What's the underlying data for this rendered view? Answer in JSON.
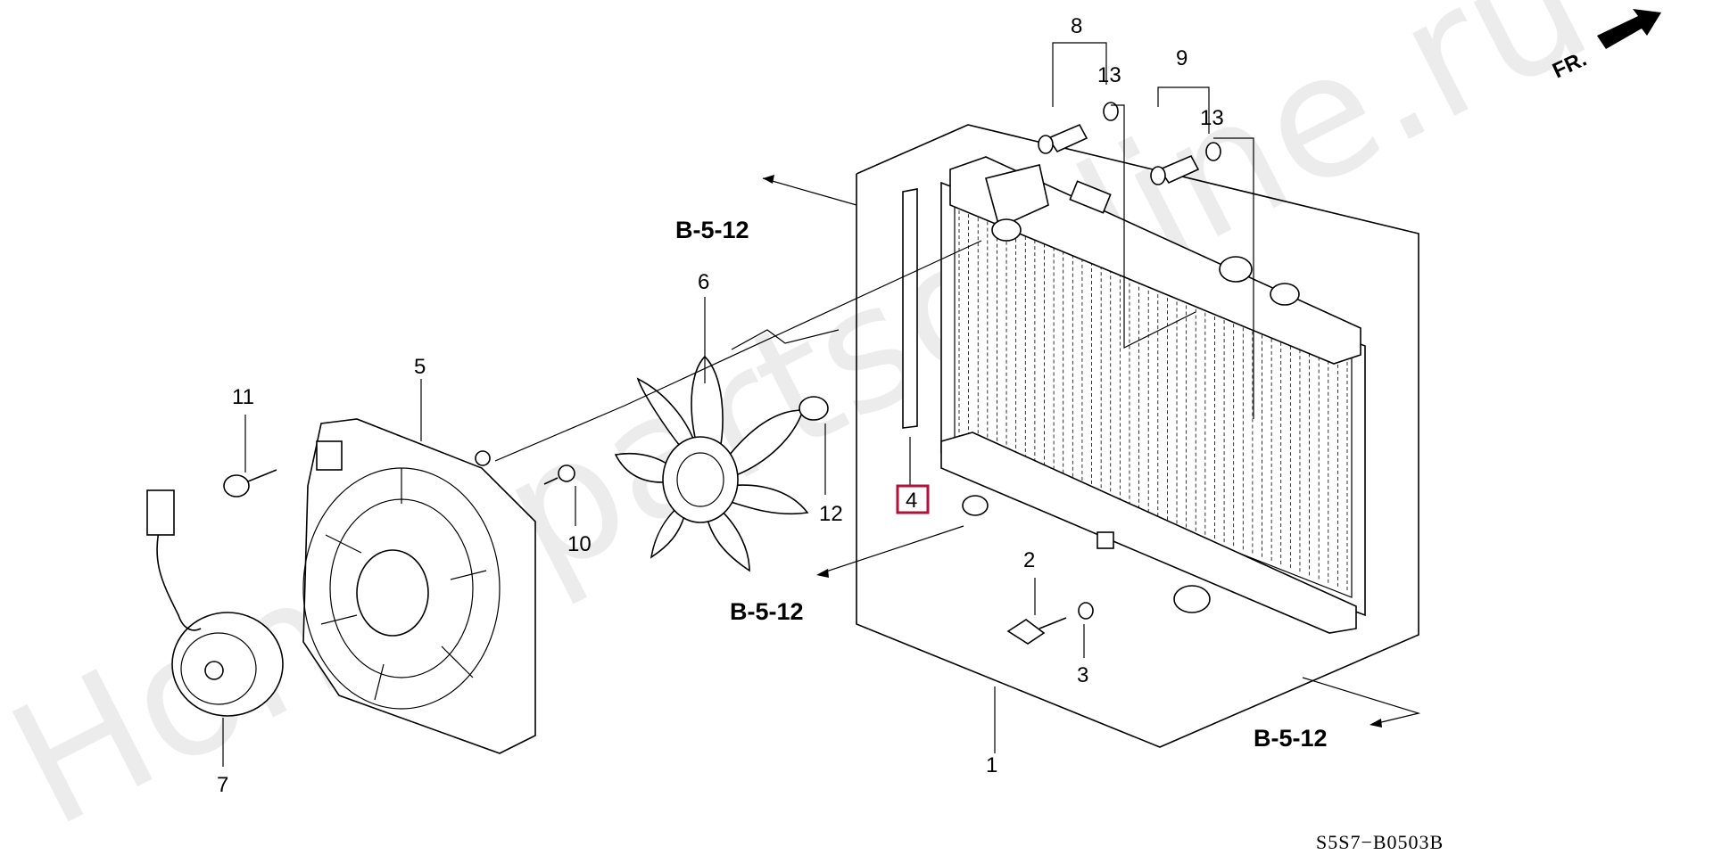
{
  "watermark": "Hondapartsonline.ru",
  "orientation_label": "FR.",
  "diagram_code": "S5S7−B0503B",
  "references": {
    "top_left": "B-5-12",
    "middle_left": "B-5-12",
    "bottom_right": "B-5-12"
  },
  "callouts": {
    "c1": "1",
    "c2": "2",
    "c3": "3",
    "c4": "4",
    "c5": "5",
    "c6": "6",
    "c7": "7",
    "c8": "8",
    "c9": "9",
    "c10": "10",
    "c11": "11",
    "c12": "12",
    "c13a": "13",
    "c13b": "13"
  },
  "highlight_color": "#b0123a"
}
